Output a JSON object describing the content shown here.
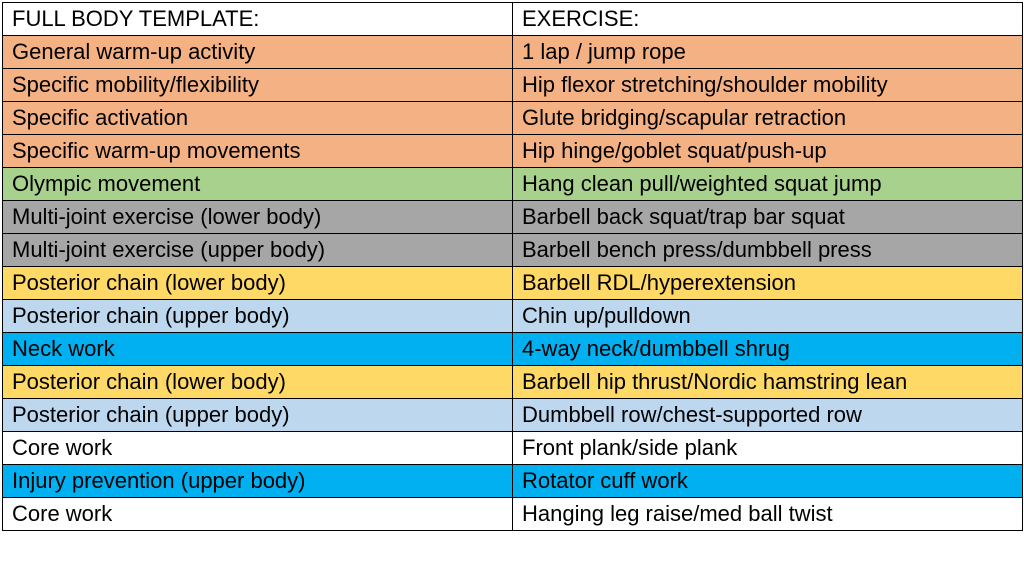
{
  "header": {
    "col1": "FULL BODY TEMPLATE:",
    "col2": "EXERCISE:"
  },
  "colors": {
    "white": "#ffffff",
    "orange": "#f4b183",
    "green": "#a9d18e",
    "gray": "#a6a6a6",
    "yellow": "#ffd966",
    "light_blue": "#bdd7ee",
    "blue": "#00b0f0"
  },
  "rows": [
    {
      "template": "General warm-up activity",
      "exercise": "1 lap / jump rope",
      "color": "orange"
    },
    {
      "template": "Specific mobility/flexibility",
      "exercise": "Hip flexor stretching/shoulder mobility",
      "color": "orange"
    },
    {
      "template": "Specific activation",
      "exercise": "Glute bridging/scapular retraction",
      "color": "orange"
    },
    {
      "template": "Specific warm-up movements",
      "exercise": "Hip hinge/goblet squat/push-up",
      "color": "orange"
    },
    {
      "template": "Olympic movement",
      "exercise": "Hang clean pull/weighted squat jump",
      "color": "green"
    },
    {
      "template": "Multi-joint exercise (lower body)",
      "exercise": "Barbell back squat/trap bar squat",
      "color": "gray"
    },
    {
      "template": "Multi-joint exercise (upper body)",
      "exercise": "Barbell bench press/dumbbell press",
      "color": "gray"
    },
    {
      "template": "Posterior chain (lower body)",
      "exercise": "Barbell RDL/hyperextension",
      "color": "yellow"
    },
    {
      "template": "Posterior chain (upper body)",
      "exercise": "Chin up/pulldown",
      "color": "light_blue"
    },
    {
      "template": "Neck work",
      "exercise": "4-way neck/dumbbell shrug",
      "color": "blue"
    },
    {
      "template": "Posterior chain (lower body)",
      "exercise": "Barbell hip thrust/Nordic hamstring lean",
      "color": "yellow"
    },
    {
      "template": "Posterior chain (upper body)",
      "exercise": "Dumbbell row/chest-supported row",
      "color": "light_blue"
    },
    {
      "template": "Core work",
      "exercise": "Front plank/side plank",
      "color": "white"
    },
    {
      "template": "Injury prevention (upper body)",
      "exercise": "Rotator cuff work",
      "color": "blue"
    },
    {
      "template": "Core work",
      "exercise": "Hanging leg raise/med ball twist",
      "color": "white"
    }
  ]
}
